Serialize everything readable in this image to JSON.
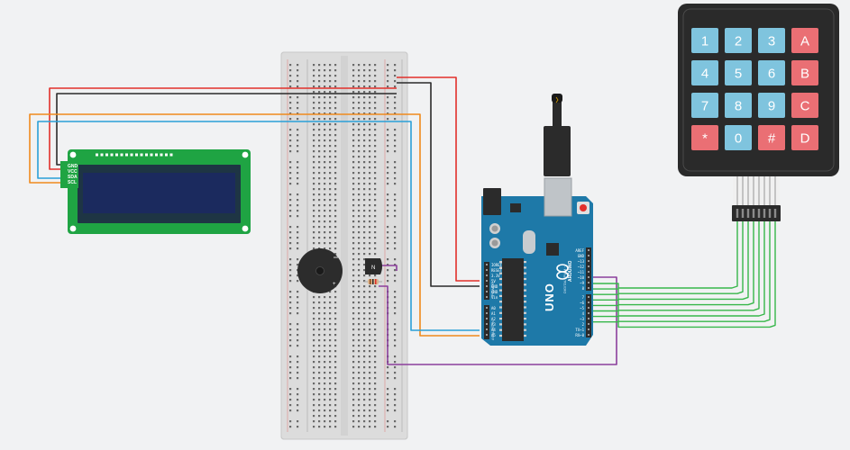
{
  "lcd": {
    "pins": [
      "GND",
      "VCC",
      "SDA",
      "SCL"
    ]
  },
  "transistor": {
    "label": "N"
  },
  "buzzer": {
    "plus": "+"
  },
  "arduino": {
    "model": "UNO",
    "brand": "ARDUINO",
    "power_header": [
      "IOREF",
      "RESET",
      "3.3V",
      "5V",
      "GND",
      "GND",
      "Vin"
    ],
    "analog_header": [
      "A0",
      "A1",
      "A2",
      "A3",
      "A4",
      "A5"
    ],
    "digital_header": [
      "AREF",
      "GND",
      "~13",
      "~12",
      "~11",
      "~10",
      "~9",
      "8",
      "7",
      "~6",
      "~5",
      "4",
      "~3",
      "2",
      "TX→1",
      "RX←0"
    ],
    "digital_label": "DIGITAL (PWM ~)",
    "power_label": "POWER",
    "analog_label": "ANALOG IN"
  },
  "keypad": {
    "keys": [
      [
        "1",
        "2",
        "3",
        "A"
      ],
      [
        "4",
        "5",
        "6",
        "B"
      ],
      [
        "7",
        "8",
        "9",
        "C"
      ],
      [
        "*",
        "0",
        "#",
        "D"
      ]
    ]
  },
  "colors": {
    "wire_red": "#e2302b",
    "wire_black": "#2b2b2b",
    "wire_orange": "#f08a1c",
    "wire_blue": "#2aa0d8",
    "wire_purple": "#8b3f9c",
    "wire_green": "#37b74a",
    "lcd_board": "#1fa443",
    "arduino_board": "#1e79a8",
    "key_blue": "#7fc4de",
    "key_red": "#ea6f74",
    "breadboard": "#dcdcdc"
  }
}
